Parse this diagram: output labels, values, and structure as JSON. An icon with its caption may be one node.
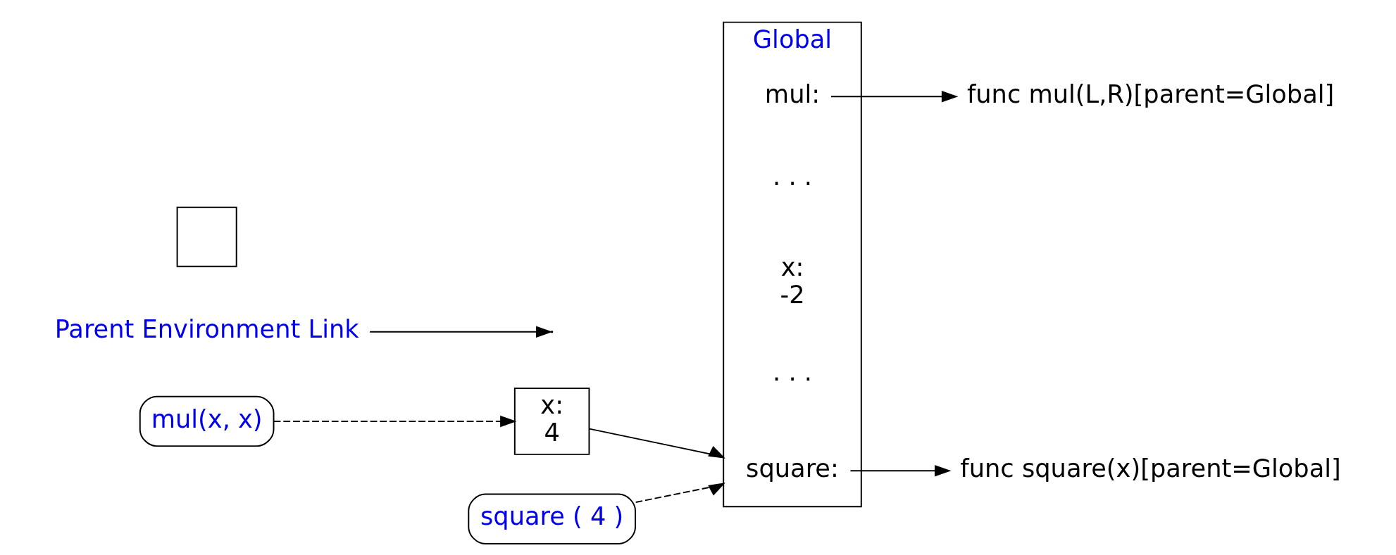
{
  "diagram": {
    "nodes": [
      {
        "text": [
          "Global"
        ]
      },
      {
        "text": [
          "mul:"
        ],
        "in": 0
      },
      {
        "text": [
          "x:",
          "-2"
        ],
        "in": 0
      },
      {
        "text": [
          "square:"
        ],
        "in": 0
      },
      {
        "text": [
          "func mul(L,R)[parent=Global]"
        ]
      },
      {
        "text": [
          "func square(x)[parent=Global]"
        ]
      },
      {
        "text": [
          "Parent Environment Link"
        ]
      },
      {
        "text": [
          "x:",
          "4"
        ]
      },
      {
        "text": [],
        "shape": "box"
      },
      {
        "text": [
          "square ( 4 )"
        ]
      },
      {
        "text": [
          "mul(x, x)"
        ]
      }
    ],
    "edges": [
      {
        "from": 1,
        "to": 4,
        "arrow": "to"
      },
      {
        "from": 3,
        "to": 5,
        "arrow": "to"
      },
      {
        "from": 7,
        "to": 0,
        "arrow": "to"
      },
      {
        "from": 6,
        "to": null,
        "arrow": "to"
      },
      {
        "from": 9,
        "to": 0,
        "arrow": "to",
        "style": "dashed"
      },
      {
        "from": 10,
        "to": 7,
        "arrow": "to",
        "style": "dashed"
      }
    ],
    "labels": [
      "· · ·",
      "· · ·"
    ]
  }
}
